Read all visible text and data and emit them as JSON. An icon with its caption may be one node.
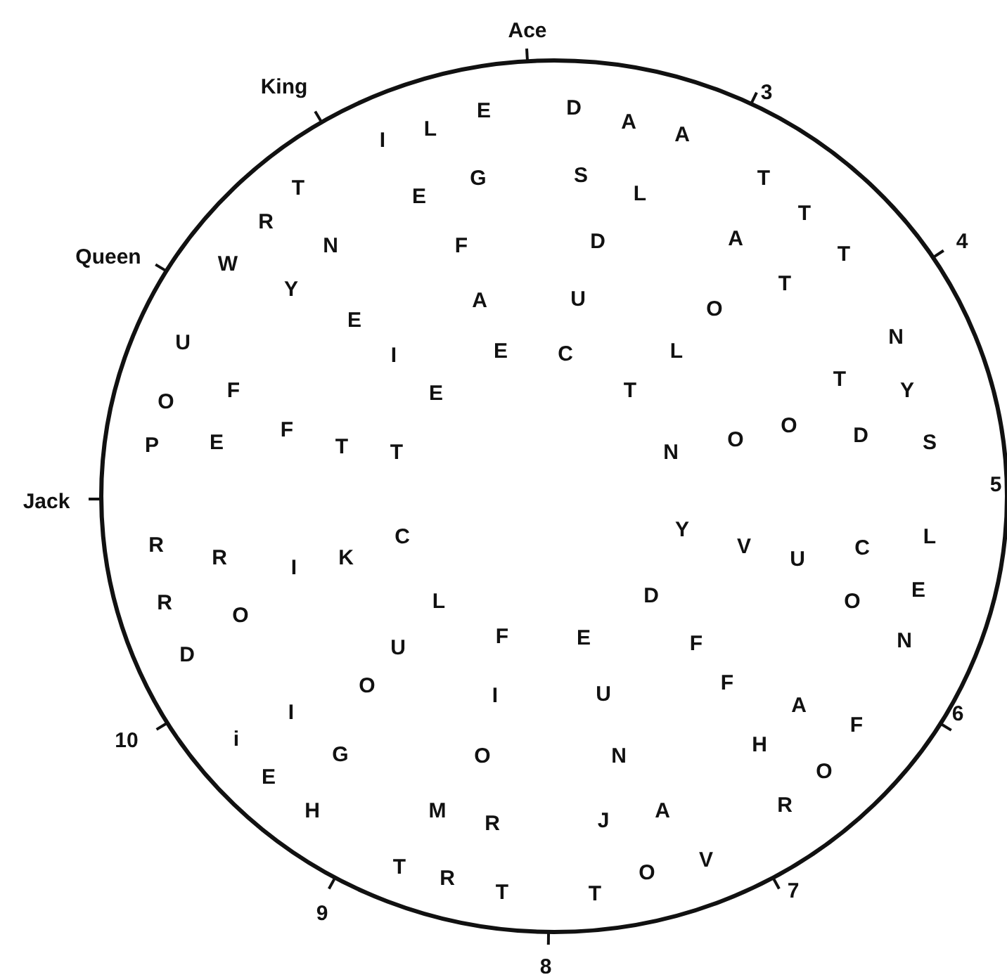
{
  "diagram": {
    "labels": [
      "Ace",
      "King",
      "I",
      "L",
      "E",
      "D",
      "A",
      "A",
      "3",
      "T",
      "E",
      "G",
      "S",
      "L",
      "T",
      "T",
      "Queen",
      "W",
      "R",
      "N",
      "F",
      "D",
      "A",
      "T",
      "4",
      "Y",
      "A",
      "U",
      "O",
      "T",
      "U",
      "E",
      "I",
      "E",
      "C",
      "L",
      "N",
      "O",
      "F",
      "E",
      "T",
      "T",
      "Y",
      "P",
      "E",
      "F",
      "T",
      "T",
      "N",
      "O",
      "O",
      "D",
      "S",
      "Jack",
      "5",
      "R",
      "R",
      "I",
      "K",
      "C",
      "Y",
      "V",
      "U",
      "C",
      "L",
      "R",
      "O",
      "L",
      "D",
      "O",
      "E",
      "D",
      "U",
      "F",
      "E",
      "F",
      "N",
      "O",
      "I",
      "U",
      "F",
      "A",
      "F",
      "6",
      "10",
      "i",
      "I",
      "G",
      "O",
      "N",
      "H",
      "E",
      "H",
      "M",
      "R",
      "J",
      "A",
      "R",
      "O",
      "T",
      "R",
      "T",
      "T",
      "O",
      "V",
      "7",
      "9",
      "8"
    ]
  }
}
